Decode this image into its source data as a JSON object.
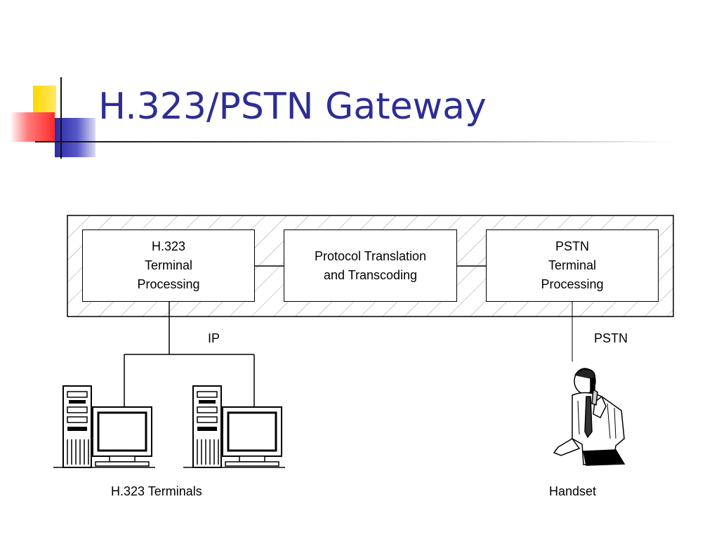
{
  "slide": {
    "title": "H.323/PSTN Gateway",
    "accent_colors": {
      "title": "#2d2d96",
      "yellow": "#ffd800",
      "red": "#ff3b3b",
      "blue": "#2a2aa6"
    }
  },
  "diagram": {
    "boxes": {
      "h323": {
        "line1": "H.323",
        "line2": "Terminal",
        "line3": "Processing"
      },
      "protocol": {
        "line1": "Protocol Translation",
        "line2": "and Transcoding"
      },
      "pstn": {
        "line1": "PSTN",
        "line2": "Terminal",
        "line3": "Processing"
      }
    },
    "labels": {
      "ip": "IP",
      "pstn": "PSTN",
      "terminals": "H.323 Terminals",
      "handset": "Handset"
    },
    "icons": [
      "computer-terminal-icon",
      "computer-terminal-icon",
      "person-on-phone-icon"
    ]
  }
}
